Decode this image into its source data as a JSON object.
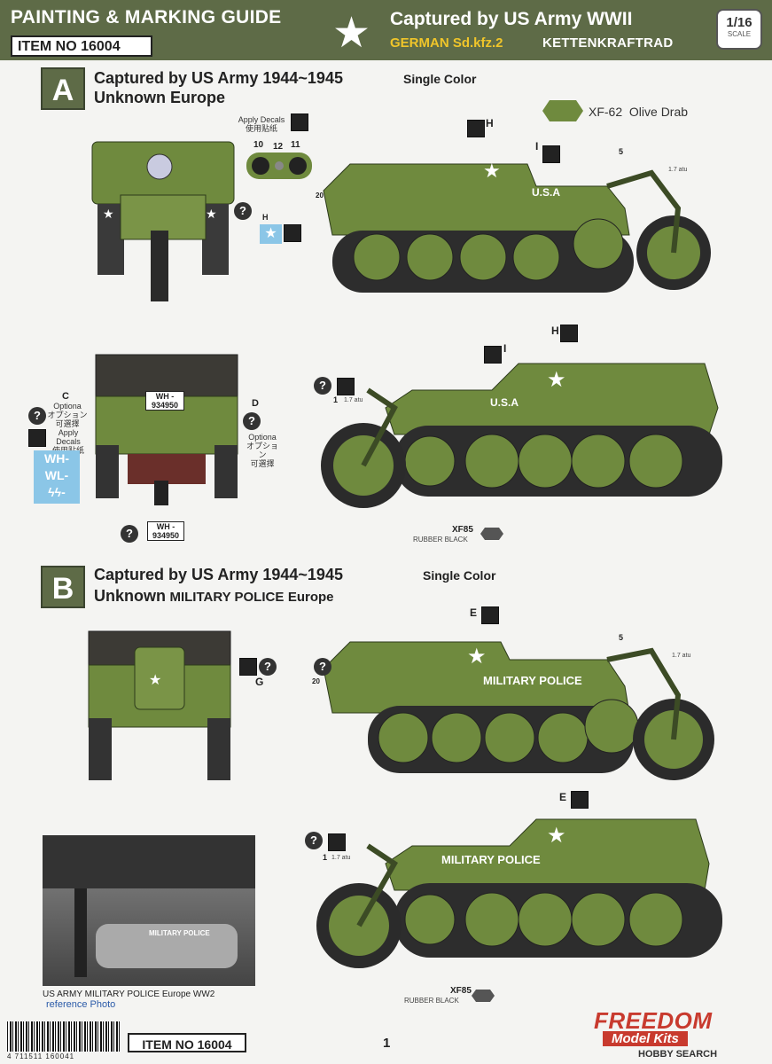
{
  "header": {
    "title": "PAINTING & MARKING GUIDE",
    "item_no": "ITEM NO 16004",
    "right_title": "Captured by US Army WWII",
    "sub_german": "GERMAN Sd.kfz.2",
    "sub_kettenkraftrad": "KETTENKRAFTRAD",
    "scale": "1/16",
    "scale_word": "SCALE"
  },
  "section_a": {
    "letter": "A",
    "title": "Captured by US Army 1944~1945",
    "color_note": "Single Color",
    "subtitle": "Unknown  Europe"
  },
  "section_b": {
    "letter": "B",
    "title": "Captured by US Army 1944~1945",
    "color_note": "Single Color",
    "subtitle_1": "Unknown",
    "subtitle_2": "MILITARY POLICE",
    "subtitle_3": "Europe"
  },
  "paint": {
    "code": "XF-62",
    "name": "Olive Drab",
    "color": "#6f8a3e"
  },
  "labels": {
    "apply_decals_en": "Apply Decals",
    "apply_decals_cn": "使用贴纸",
    "optional_en": "Optiona",
    "optional_jp": "オプション",
    "optional_cn": "可選擇",
    "rubber_code": "XF85",
    "rubber_name": "RUBBER BLACK",
    "usa": "U.S.A",
    "mp": "MILITARY POLICE",
    "plate_1": "WH -",
    "plate_2": "934950",
    "blue_1": "WH-",
    "blue_2": "WL-",
    "blue_3": "ϟϟ-",
    "mark_h": "H",
    "mark_i": "I",
    "mark_e": "E",
    "mark_g": "G",
    "mark_c": "C",
    "mark_d": "D",
    "num_10": "10",
    "num_12": "12",
    "num_11": "11",
    "num_20": "20",
    "num_5": "5",
    "num_1": "1",
    "tiny_17": "1.7 atu",
    "q": "?"
  },
  "photo": {
    "caption": "US ARMY MILITARY POLICE  Europe WW2",
    "ref": "reference Photo",
    "mp_text": "MILITARY POLICE"
  },
  "footer": {
    "item_no": "ITEM NO 16004",
    "barcode_digits": "4 711511 160041",
    "page": "1",
    "brand_top": "FREEDOM",
    "brand_bottom": "Model Kits",
    "watermark": "HOBBY SEARCH"
  }
}
